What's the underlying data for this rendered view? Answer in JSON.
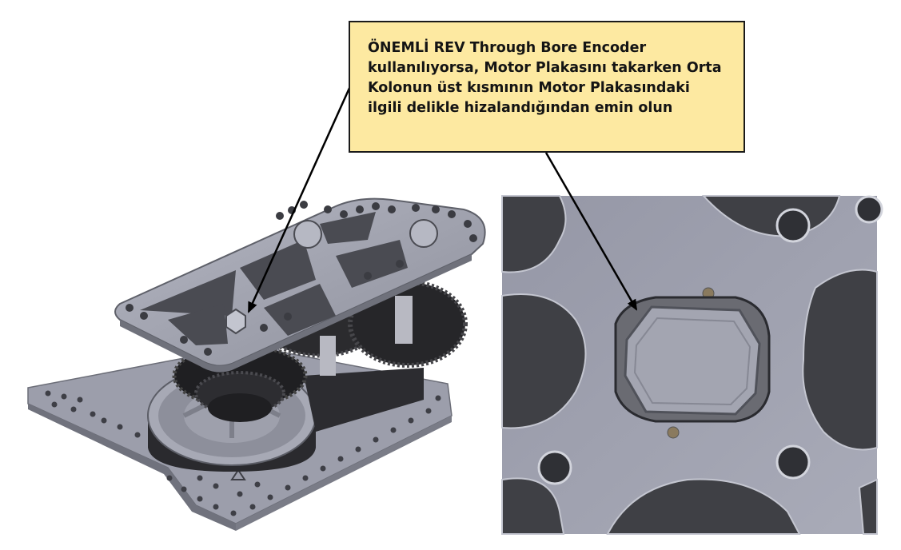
{
  "callout": {
    "text": "ÖNEMLİ REV Through Bore Encoder kullanılıyorsa, Motor Plakasını takarken Orta Kolonun üst kısmının Motor Plakasındaki ilgili delikle hizalandığından emin olun"
  },
  "colors": {
    "callout_bg": "#fde9a1",
    "aluminum": "#a3a5b2",
    "dark_part": "#2b2b2b",
    "arrow": "#000000"
  },
  "icons": [
    "base-plate",
    "gearbox-assembly",
    "motor-plate",
    "encoder-hub-closeup"
  ]
}
